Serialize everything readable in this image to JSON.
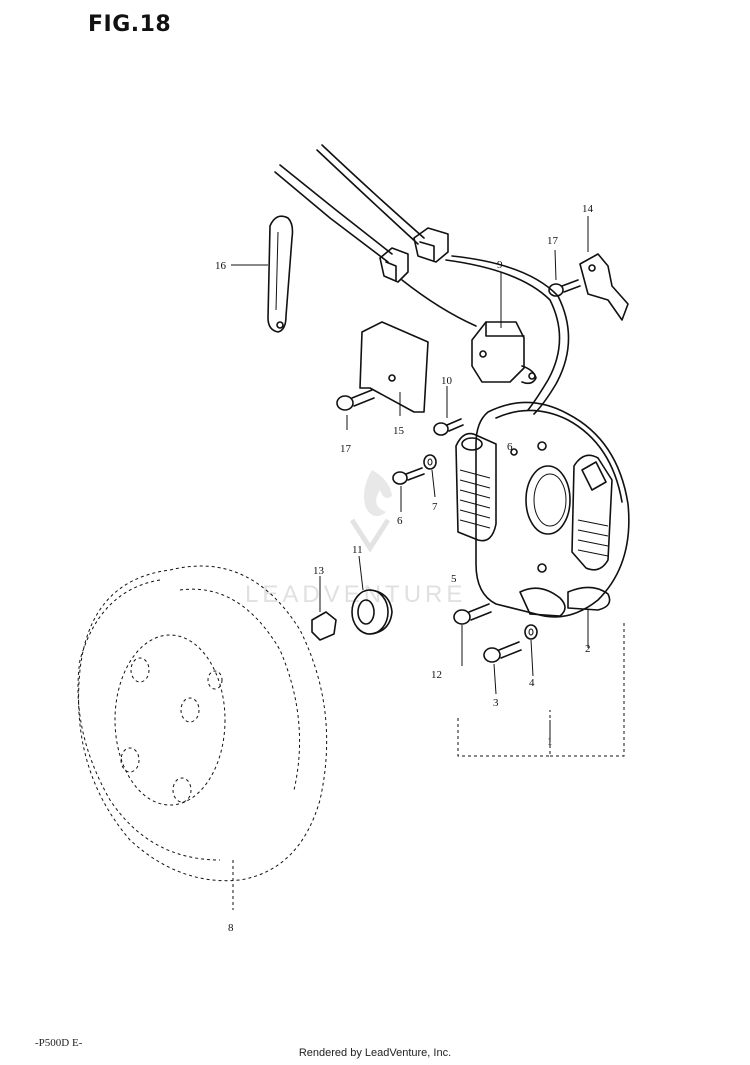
{
  "figure": {
    "title": "FIG.18"
  },
  "watermark": {
    "text": "LEADVENTURE"
  },
  "callouts": [
    "1",
    "2",
    "3",
    "4",
    "5",
    "6",
    "6",
    "7",
    "8",
    "9",
    "10",
    "11",
    "12",
    "13",
    "14",
    "15",
    "16",
    "17",
    "17"
  ],
  "doc_code": "-P500D E-",
  "footer": "Rendered by LeadVenture, Inc."
}
